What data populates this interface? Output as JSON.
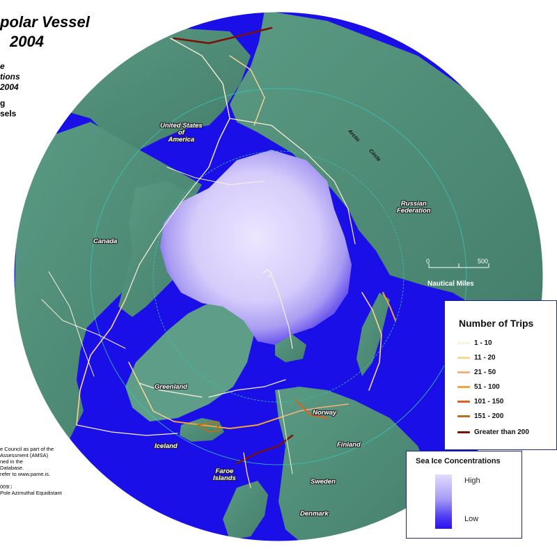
{
  "title": {
    "line1": "polar Vessel",
    "line2": "2004"
  },
  "subtitle": {
    "line1": "e",
    "line2": "tions",
    "line3": "2004",
    "line4": "g",
    "line5": "sels"
  },
  "places": {
    "usa": "United States of America",
    "usa_l1": "United States",
    "usa_l2": "of",
    "usa_l3": "America",
    "russia_l1": "Russian",
    "russia_l2": "Federation",
    "canada": "Canada",
    "greenland": "Greenland",
    "iceland": "Iceland",
    "faroe_l1": "Faroe",
    "faroe_l2": "Islands",
    "norway": "Norway",
    "finland": "Finland",
    "sweden": "Sweden",
    "denmark": "Denmark"
  },
  "arctic_circle": {
    "word1": "Arctic",
    "word2": "Circle"
  },
  "scale": {
    "start": "0",
    "end": "500",
    "unit": "Nautical Miles"
  },
  "trips_legend": {
    "title": "Number of Trips",
    "classes": [
      {
        "label": "1 - 10",
        "color": "#fdf1dc"
      },
      {
        "label": "11 - 20",
        "color": "#fbd596"
      },
      {
        "label": "21 - 50",
        "color": "#f7b27c"
      },
      {
        "label": "51 - 100",
        "color": "#f3a33a"
      },
      {
        "label": "101 - 150",
        "color": "#e0601c"
      },
      {
        "label": "151 - 200",
        "color": "#b6701c"
      },
      {
        "label": "Greater than 200",
        "color": "#7a1208"
      }
    ]
  },
  "ice_legend": {
    "title": "Sea Ice Concentrations",
    "high": "High",
    "low": "Low",
    "high_color": "#e2dcff",
    "low_color": "#2a12ee"
  },
  "credits": {
    "line1": "e Council as part of the",
    "line2": "Assessment (AMSA)",
    "line3": "ned in the",
    "line4": "Database.",
    "line5": "refer to www.pame.is.",
    "line6": "009□",
    "line7": "Pole Azimuthal Equidistant"
  },
  "colors": {
    "ocean": "#1a0fe6",
    "land": "#4e8f79",
    "ice": "#d9d1fb",
    "graticule": "#35c6b9"
  }
}
